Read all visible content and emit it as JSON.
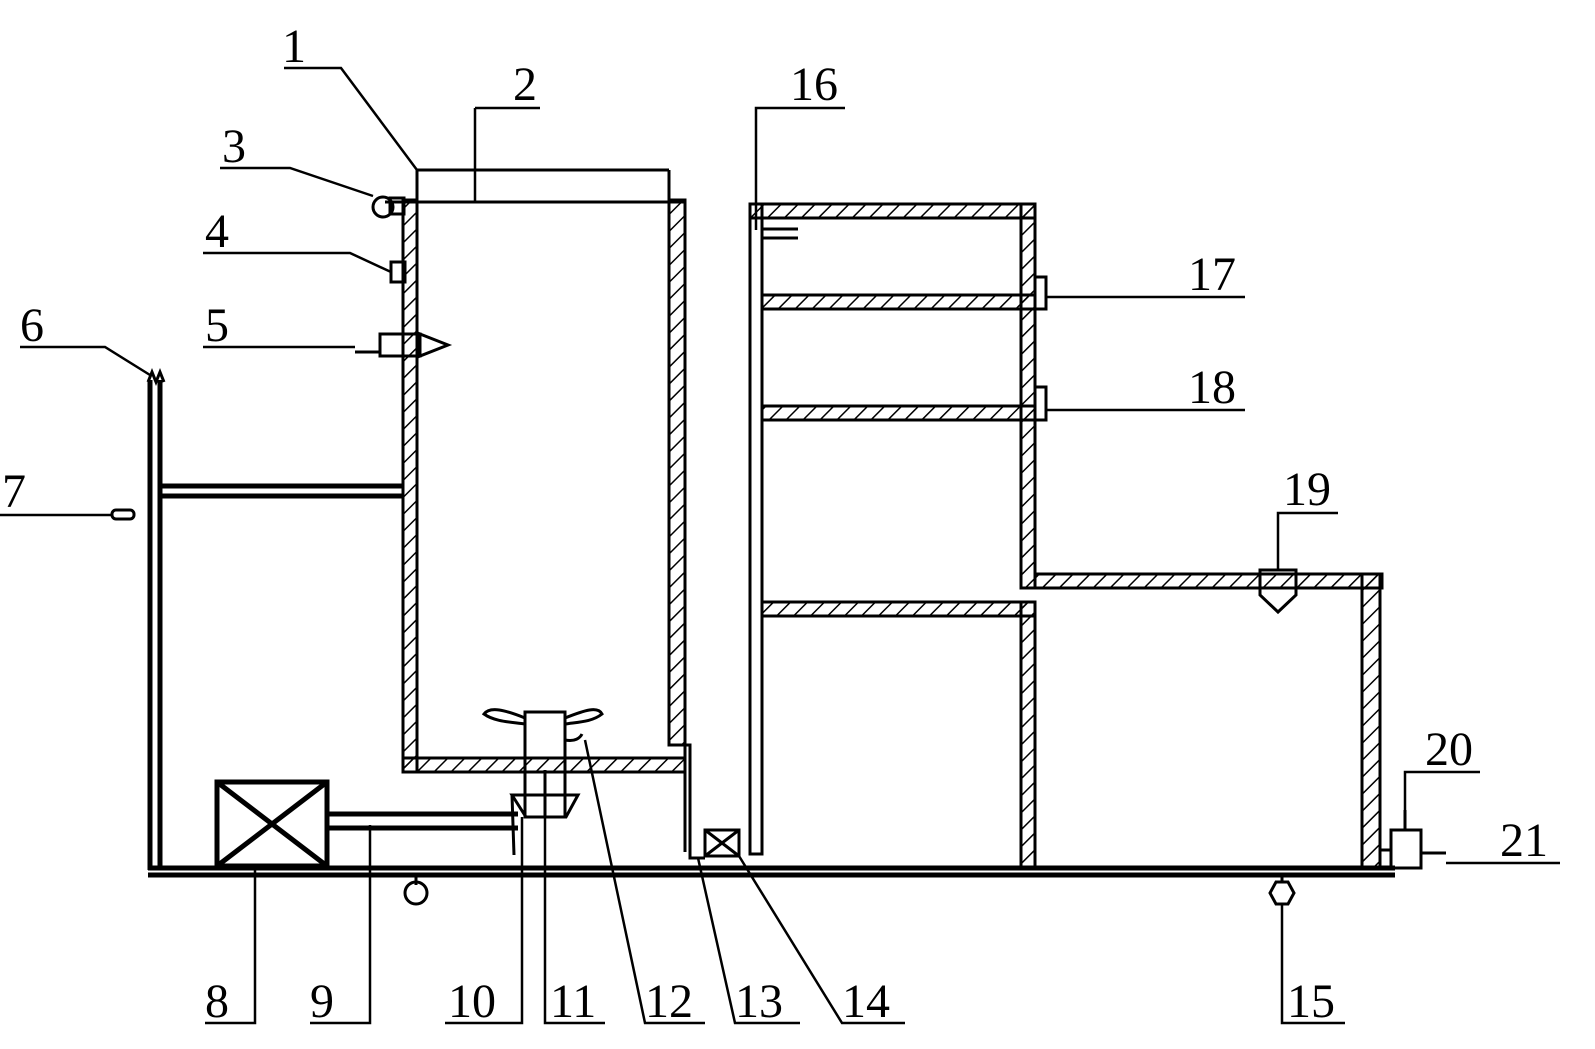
{
  "labels": [
    "1",
    "2",
    "3",
    "4",
    "5",
    "6",
    "7",
    "8",
    "9",
    "10",
    "11",
    "12",
    "13",
    "14",
    "15",
    "16",
    "17",
    "18",
    "19",
    "20",
    "21"
  ],
  "colors": {
    "line": "#000000",
    "background": "#ffffff"
  }
}
